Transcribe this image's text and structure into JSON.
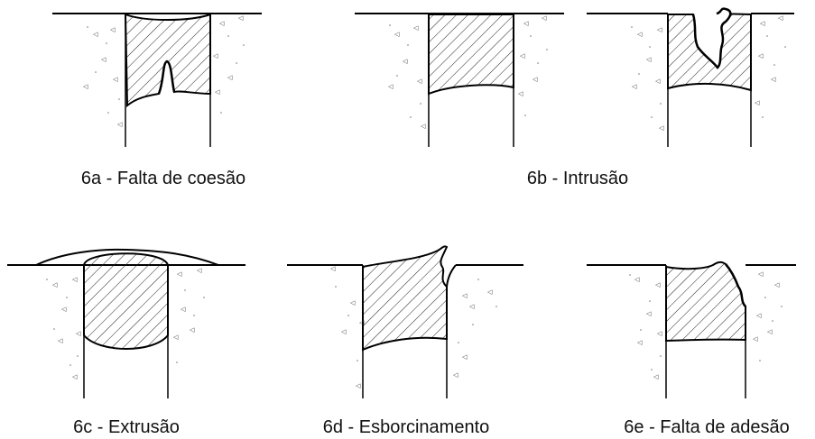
{
  "figure": {
    "panels": [
      {
        "id": "6a",
        "caption": "6a - Falta de coesão"
      },
      {
        "id": "6b",
        "caption": "6b - Intrusão"
      },
      {
        "id": "6c",
        "caption": "6c - Extrusão"
      },
      {
        "id": "6d",
        "caption": "6d - Esborcinamento"
      },
      {
        "id": "6e",
        "caption": "6e - Falta de adesão"
      }
    ]
  }
}
